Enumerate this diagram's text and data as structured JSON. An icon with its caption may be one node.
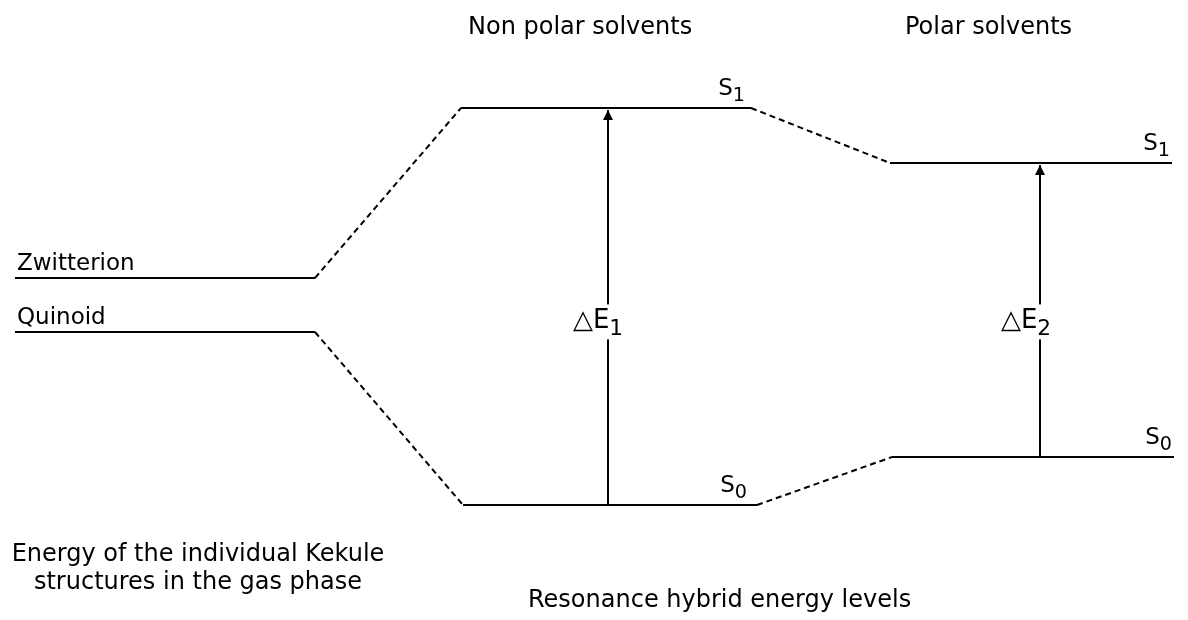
{
  "diagram": {
    "nodes": [
      {
        "text": [
          "Zwitterion"
        ]
      },
      {
        "text": [
          "Quinoid"
        ]
      },
      {
        "text": [
          "S$_{1}$"
        ]
      },
      {
        "text": [
          "S$_{0}$"
        ]
      },
      {
        "text": [
          "S$_{1}$"
        ]
      },
      {
        "text": [
          "S$_{0}$"
        ]
      }
    ],
    "edges": [
      {
        "from": 0,
        "to": 2,
        "arrow": "none",
        "style": "dashed"
      },
      {
        "from": 1,
        "to": 3,
        "arrow": "none",
        "style": "dashed"
      },
      {
        "from": 2,
        "to": 4,
        "arrow": "none",
        "style": "dashed"
      },
      {
        "from": 3,
        "to": 5,
        "arrow": "none",
        "style": "dashed"
      },
      {
        "from": 3,
        "to": 2,
        "arrow": "to",
        "label": "△E$_{1}$"
      },
      {
        "from": 5,
        "to": 4,
        "arrow": "to",
        "label": "△E$_{2}$"
      }
    ],
    "labels": [
      "Non polar solvents",
      "Polar solvents",
      "Energy of the individual Kekule structures in the gas phase",
      "Resonance hybrid energy levels"
    ]
  }
}
